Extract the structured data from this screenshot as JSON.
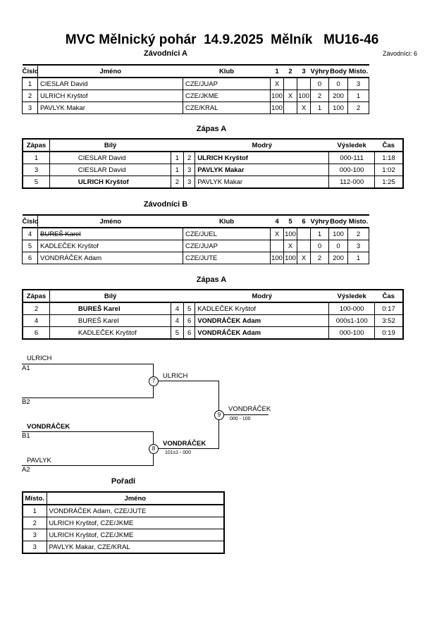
{
  "title": "MVC Mělnický pohár  14.9.2025  Mělník   MU16-46",
  "competitor_count": "Závodníci: 6",
  "group_a": {
    "heading": "Závodníci A",
    "headers": [
      "Číslo",
      "Jméno",
      "Klub",
      "1",
      "2",
      "3",
      "Výhry",
      "Body",
      "Místo."
    ],
    "rows": [
      [
        "1",
        "CIESLAR David",
        "CZE/JUAP",
        "X",
        "",
        "",
        "0",
        "0",
        "3"
      ],
      [
        "2",
        "ULRICH Kryštof",
        "CZE/JKME",
        "100",
        "X",
        "100",
        "2",
        "200",
        "1"
      ],
      [
        "3",
        "PAVLYK Makar",
        "CZE/KRAL",
        "100",
        "",
        "X",
        "1",
        "100",
        "2"
      ]
    ]
  },
  "matches_a": {
    "heading": "Zápas A",
    "headers": [
      "Zápas",
      "Bílý",
      "",
      "",
      "Modrý",
      "Výsledek",
      "Čas"
    ],
    "rows": [
      [
        "1",
        "CIESLAR David",
        "1",
        "2",
        "ULRICH Kryštof",
        "000-111",
        "1:18"
      ],
      [
        "3",
        "CIESLAR David",
        "1",
        "3",
        "PAVLYK Makar",
        "000-100",
        "1:02"
      ],
      [
        "5",
        "ULRICH Kryštof",
        "2",
        "3",
        "PAVLYK Makar",
        "112-000",
        "1:25"
      ]
    ]
  },
  "group_b": {
    "heading": "Závodníci B",
    "headers": [
      "Číslo",
      "Jméno",
      "Klub",
      "4",
      "5",
      "6",
      "Výhry",
      "Body",
      "Místo."
    ],
    "rows": [
      [
        "4",
        "BUREŠ Karel",
        "CZE/JUEL",
        "X",
        "100",
        "",
        "1",
        "100",
        "2"
      ],
      [
        "5",
        "KADLEČEK Kryštof",
        "CZE/JUAP",
        "",
        "X",
        "",
        "0",
        "0",
        "3"
      ],
      [
        "6",
        "VONDRÁČEK Adam",
        "CZE/JUTE",
        "100",
        "100",
        "X",
        "2",
        "200",
        "1"
      ]
    ]
  },
  "matches_b": {
    "heading": "Zápas A",
    "headers": [
      "Zápas",
      "Bílý",
      "",
      "",
      "Modrý",
      "Výsledek",
      "Čas"
    ],
    "rows": [
      [
        "2",
        "BUREŠ Karel",
        "4",
        "5",
        "KADLEČEK Kryštof",
        "100-000",
        "0:17"
      ],
      [
        "4",
        "BUREŠ Karel",
        "4",
        "6",
        "VONDRÁČEK Adam",
        "000s1-100",
        "3:52"
      ],
      [
        "6",
        "KADLEČEK Kryštof",
        "5",
        "6",
        "VONDRÁČEK Adam",
        "000-100",
        "0:19"
      ]
    ]
  },
  "bracket": {
    "m7_top_name": "ULRICH",
    "m7_top_seed": "A1",
    "m7_bottom_seed": "B2",
    "m7_winner": "ULRICH",
    "m7_no": "7",
    "m8_top_name": "VONDRÁČEK",
    "m8_top_seed": "B1",
    "m8_bottom_name": "PAVLYK",
    "m8_bottom_seed": "A2",
    "m8_winner": "VONDRÁČEK",
    "m8_score": "101s1 - 000",
    "m8_no": "8",
    "final_winner": "VONDRÁČEK",
    "final_score": "000 - 100",
    "final_no": "9"
  },
  "ranking": {
    "heading": "Pořadí",
    "headers": [
      "Místo.",
      "Jméno"
    ],
    "rows": [
      [
        "1",
        "VONDRÁČEK Adam, CZE/JUTE"
      ],
      [
        "2",
        "ULRICH Kryštof, CZE/JKME"
      ],
      [
        "3",
        "ULRICH Kryštof, CZE/JKME"
      ],
      [
        "3",
        "PAVLYK Makar, CZE/KRAL"
      ]
    ]
  }
}
